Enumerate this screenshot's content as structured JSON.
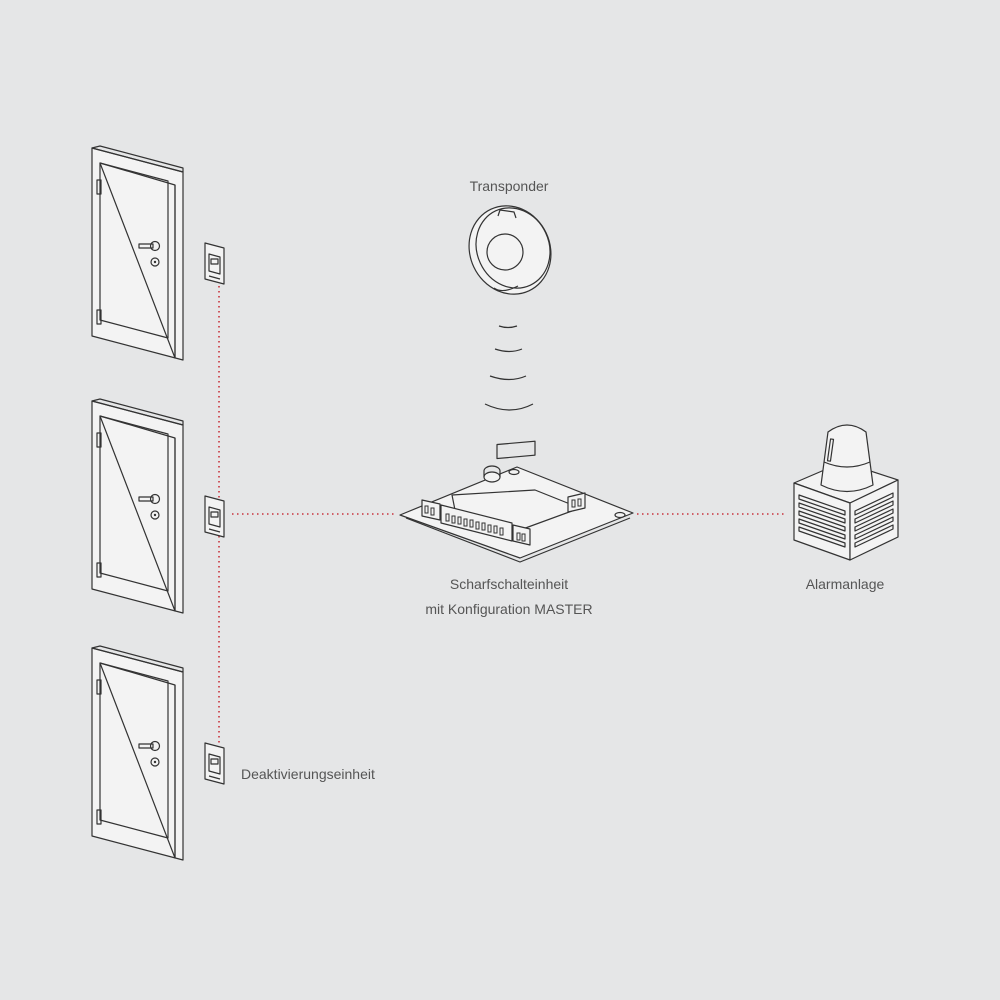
{
  "labels": {
    "transponder": "Transponder",
    "arming_unit_line1": "Scharfschalteinheit",
    "arming_unit_line2": "mit Konfiguration MASTER",
    "alarm_system": "Alarmanlage",
    "deactivation_unit": "Deaktivierungseinheit"
  },
  "colors": {
    "background": "#e5e6e7",
    "line": "#333333",
    "connection": "#c8323c",
    "text": "#555555"
  }
}
